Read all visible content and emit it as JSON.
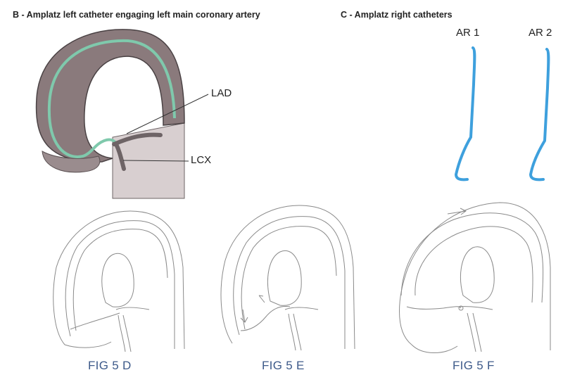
{
  "panel_b": {
    "heading": "B - Amplatz left catheter engaging left main coronary artery",
    "label_lad": "LAD",
    "label_lcx": "LCX"
  },
  "panel_c": {
    "heading": "C - Amplatz right catheters",
    "label_ar1": "AR 1",
    "label_ar2": "AR 2"
  },
  "figures": {
    "fig_d": "FIG 5 D",
    "fig_e": "FIG 5 E",
    "fig_f": "FIG 5 F"
  },
  "colors": {
    "aorta_fill": "#8a7a7c",
    "catheter_green": "#7fc9ac",
    "catheter_blue": "#3ea0dd",
    "fig_label": "#3d5a8a"
  }
}
